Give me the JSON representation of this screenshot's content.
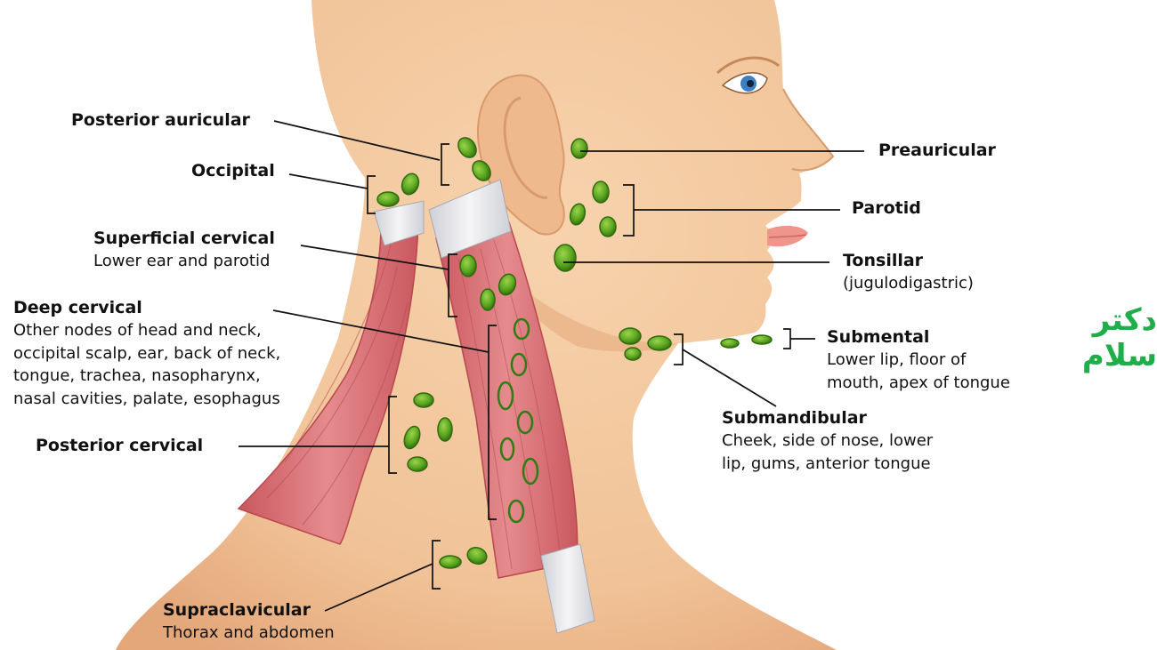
{
  "title": "",
  "palette": {
    "skin": "#f3c9a0",
    "skin_shade": "#e4ab7e",
    "muscle": "#d9757a",
    "muscle_dark": "#b8484f",
    "tendon": "#e6e6ea",
    "node": "#5aa51e",
    "node_dark": "#2f6b0d",
    "leader": "#111111",
    "brand": "#1fae4a"
  },
  "labels": {
    "posterior_auricular": {
      "title": "Posterior auricular"
    },
    "occipital": {
      "title": "Occipital"
    },
    "superficial_cervical": {
      "title": "Superficial cervical",
      "desc": [
        "Lower ear and parotid"
      ]
    },
    "deep_cervical": {
      "title": "Deep cervical",
      "desc": [
        "Other nodes of head and neck,",
        "occipital scalp, ear, back of neck,",
        "tongue, trachea, nasopharynx,",
        "nasal cavities, palate, esophagus"
      ]
    },
    "posterior_cervical": {
      "title": "Posterior cervical"
    },
    "supraclavicular": {
      "title": "Supraclavicular",
      "desc": [
        "Thorax and abdomen"
      ]
    },
    "preauricular": {
      "title": "Preauricular"
    },
    "parotid": {
      "title": "Parotid"
    },
    "tonsillar": {
      "title": "Tonsillar",
      "desc": [
        "(jugulodigastric)"
      ]
    },
    "submental": {
      "title": "Submental",
      "desc": [
        "Lower lip, floor of",
        "mouth, apex of tongue"
      ]
    },
    "submandibular": {
      "title": "Submandibular",
      "desc": [
        "Cheek, side of nose, lower",
        "lip, gums, anterior tongue"
      ]
    }
  },
  "watermark": "دکتر سلام"
}
